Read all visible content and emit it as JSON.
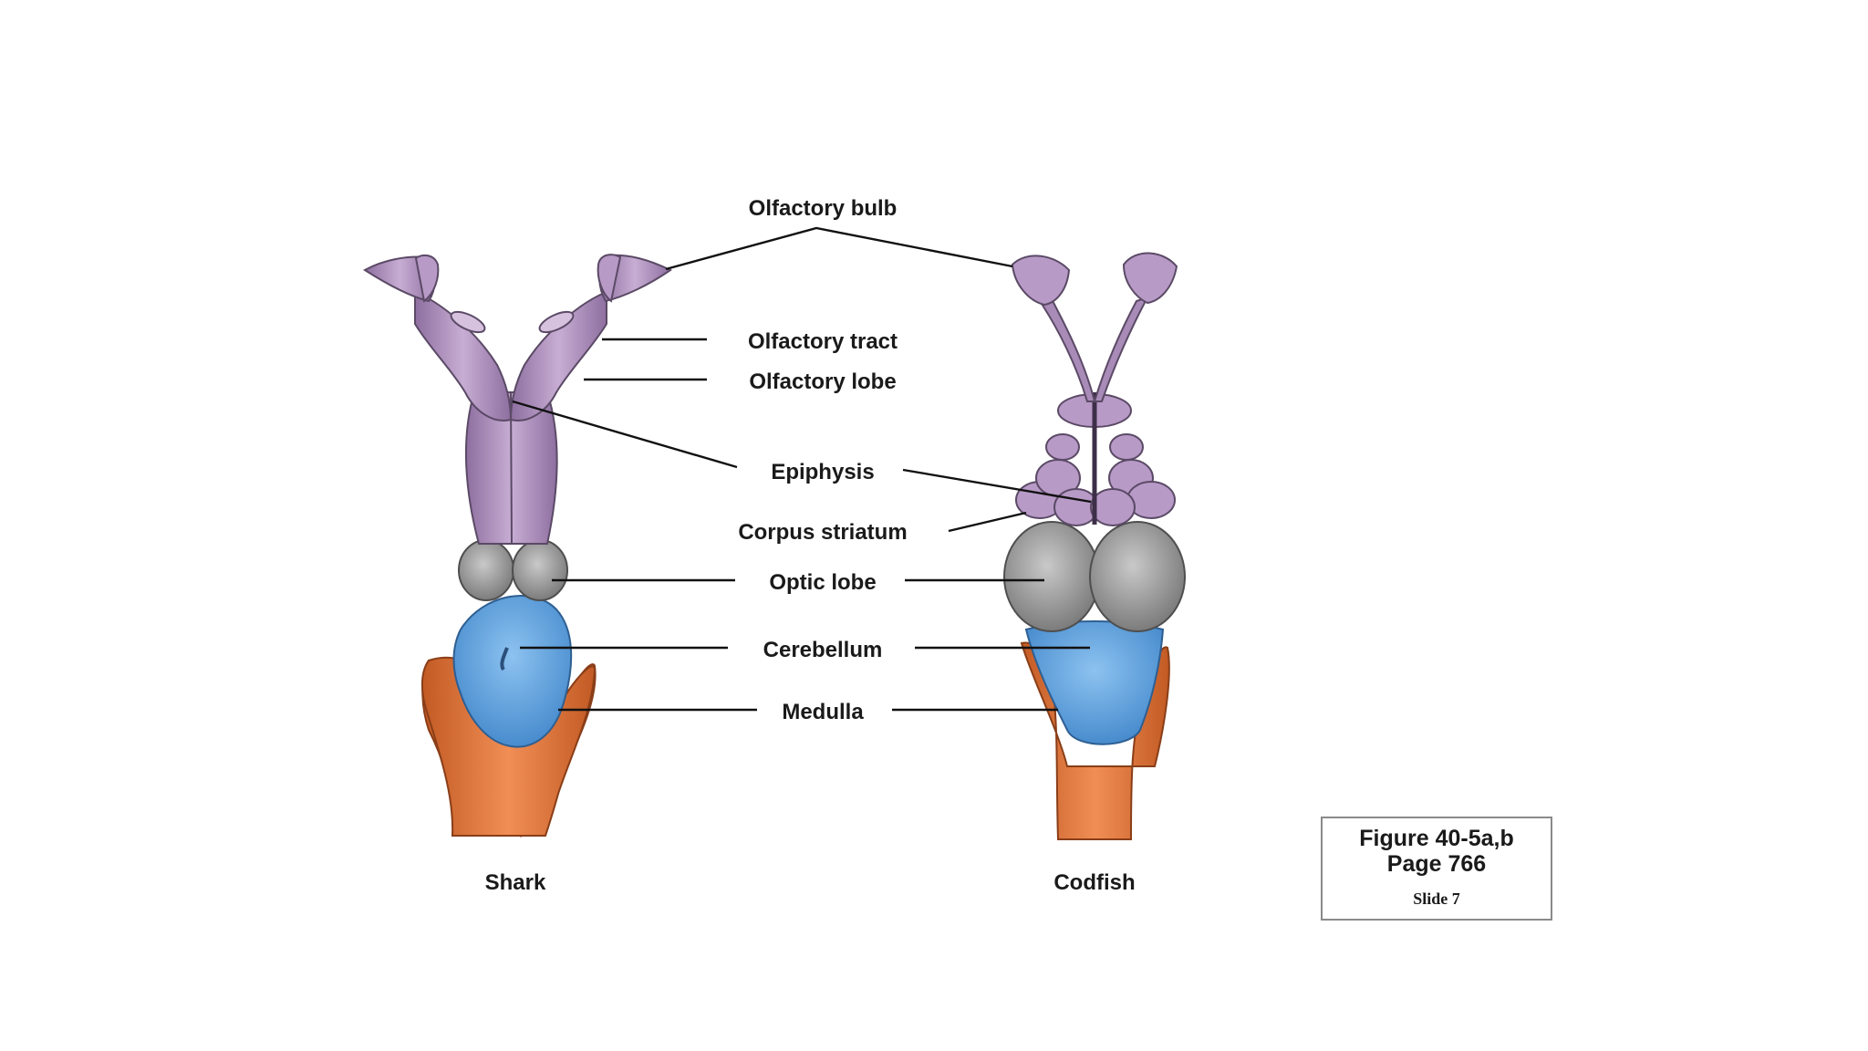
{
  "diagram": {
    "labels": {
      "olfactory_bulb": "Olfactory bulb",
      "olfactory_tract": "Olfactory tract",
      "olfactory_lobe": "Olfactory lobe",
      "epiphysis": "Epiphysis",
      "corpus_striatum": "Corpus striatum",
      "optic_lobe": "Optic lobe",
      "cerebellum": "Cerebellum",
      "medulla": "Medulla"
    },
    "specimens": {
      "shark": "Shark",
      "codfish": "Codfish"
    },
    "colors": {
      "olfactory": "#a98bb8",
      "optic_lobe": "#8d8d8d",
      "cerebellum": "#5a9ad8",
      "medulla": "#d9733a",
      "outline": "#5b4a66"
    }
  },
  "figure_box": {
    "line1": "Figure 40-5a,b",
    "line2": "Page 766",
    "line3": "Slide 7"
  }
}
